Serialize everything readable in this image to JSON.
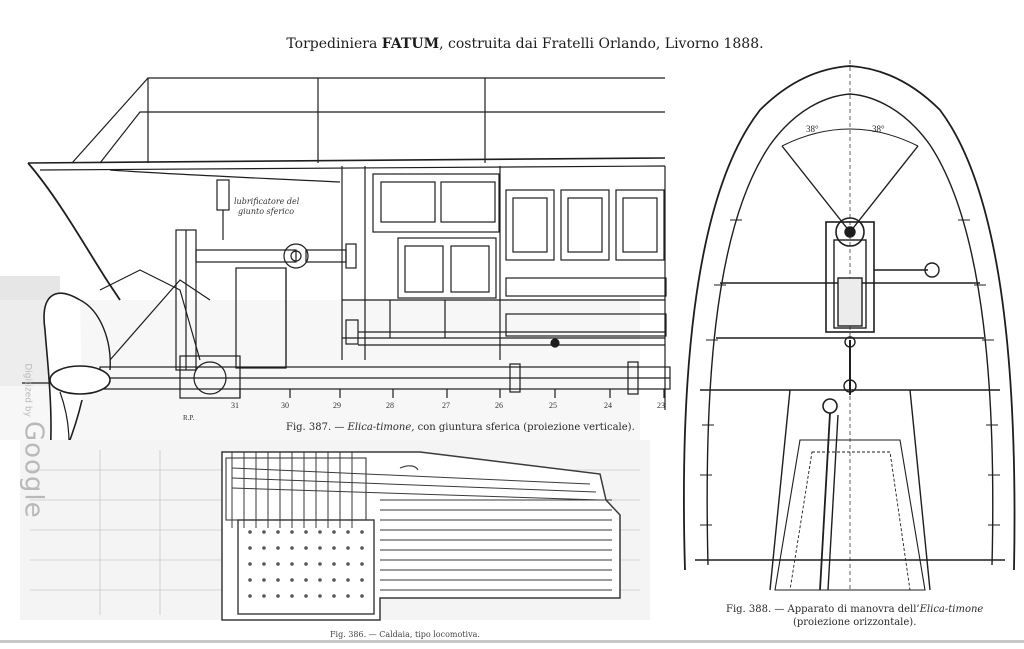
{
  "title": {
    "prefix": "Torpediniera ",
    "name": "FATUM",
    "suffix": ", costruita dai Fratelli Orlando, Livorno 1888."
  },
  "fig387": {
    "number": "Fig. 387. —",
    "italic": "Elica-timone,",
    "rest": " con giuntura sferica (proiezione verticale).",
    "annotation": [
      "lubrificatore del",
      "giunto sferico"
    ],
    "rp_label": "R.P.",
    "frame_numbers": [
      "31",
      "30",
      "29",
      "28",
      "27",
      "26",
      "25",
      "24",
      "23"
    ]
  },
  "fig386": {
    "caption": "Fig. 386. — Caldaia, tipo locomotiva."
  },
  "fig388": {
    "line1_prefix": "Fig. 388. — Apparato di manovra dell’",
    "line1_italic": "Elica-timone",
    "line2": "(proiezione orizzontale).",
    "angle_left": "38°",
    "angle_right": "38°"
  },
  "watermark": {
    "small": "Digitized by",
    "big": "Google"
  },
  "colors": {
    "ink": "#1e1e1e",
    "grey_ink": "#8a8a8a",
    "water": "#d9d9d9"
  }
}
